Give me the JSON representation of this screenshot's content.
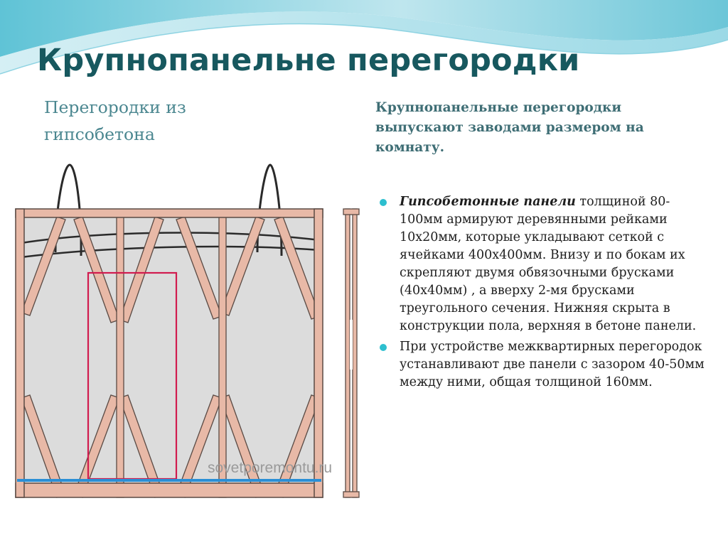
{
  "slide": {
    "title": "Крупнопанельне перегородки",
    "left_subtitle": "Перегородки из гипсобетона",
    "right_subtitle": "Крупнопанельные перегородки выпускают заводами размером на комнату.",
    "bullets": [
      {
        "lead": "Гипсобетонные панели",
        "text": " толщиной 80-100мм армируют деревянными рейками 10х20мм, которые укладывают сеткой с ячейками 400х400мм. Внизу и по бокам их скрепляют двумя обвязочными брусками (40х40мм) , а вверху 2-мя брусками треугольного сечения. Нижняя скрыта в конструкции пола, верхняя в бетоне панели."
      },
      {
        "lead": "",
        "text": "При устройстве межквартирных перегородок устанавливают две панели с зазором 40-50мм между ними, общая толщиной 160мм."
      }
    ]
  },
  "figure": {
    "watermark": "sovetporemontu.ru",
    "colors": {
      "panel_fill": "#dcdcdc",
      "frame_wood": "#e8b9a7",
      "frame_outline": "#5a4a44",
      "door_outline": "#d11c4f",
      "floor_line": "#2a8fd6",
      "wire": "#2a2a2a"
    }
  },
  "theme": {
    "title_color": "#17585f",
    "subtitle_color": "#4b8790",
    "bullet_color": "#2dbfcf"
  }
}
